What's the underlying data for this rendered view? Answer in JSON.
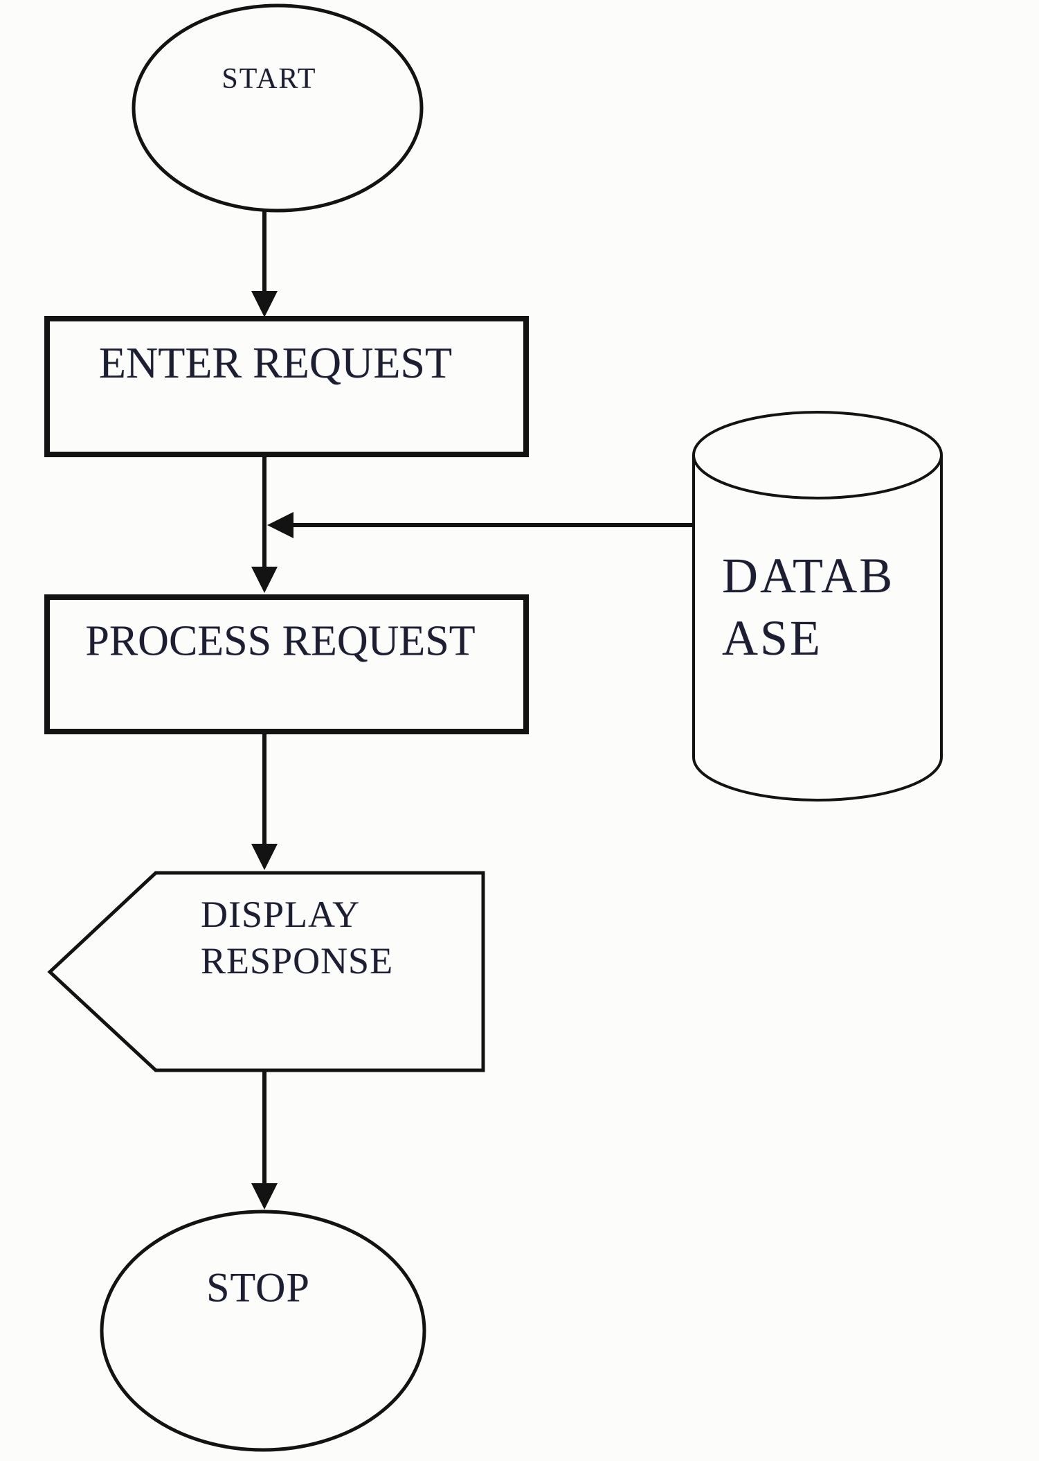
{
  "diagram": {
    "type": "flowchart",
    "colors": {
      "stroke": "#131313",
      "text": "#1e1e33",
      "background": "#fcfcfb"
    },
    "nodes": {
      "start": {
        "shape": "terminator-ellipse",
        "label": "START"
      },
      "enter_request": {
        "shape": "process-rectangle",
        "label": "ENTER REQUEST"
      },
      "database": {
        "shape": "datastore-cylinder",
        "lines": [
          "DATAB",
          "ASE"
        ]
      },
      "process_request": {
        "shape": "process-rectangle",
        "label": "PROCESS REQUEST"
      },
      "display_response": {
        "shape": "display-pointer",
        "lines": [
          "DISPLAY",
          "RESPONSE"
        ]
      },
      "stop": {
        "shape": "terminator-ellipse",
        "label": "STOP"
      }
    },
    "edges": [
      {
        "from": "start",
        "to": "enter_request"
      },
      {
        "from": "enter_request",
        "to": "process_request"
      },
      {
        "from": "database",
        "to": "process_request_junction"
      },
      {
        "from": "process_request",
        "to": "display_response"
      },
      {
        "from": "display_response",
        "to": "stop"
      }
    ]
  }
}
